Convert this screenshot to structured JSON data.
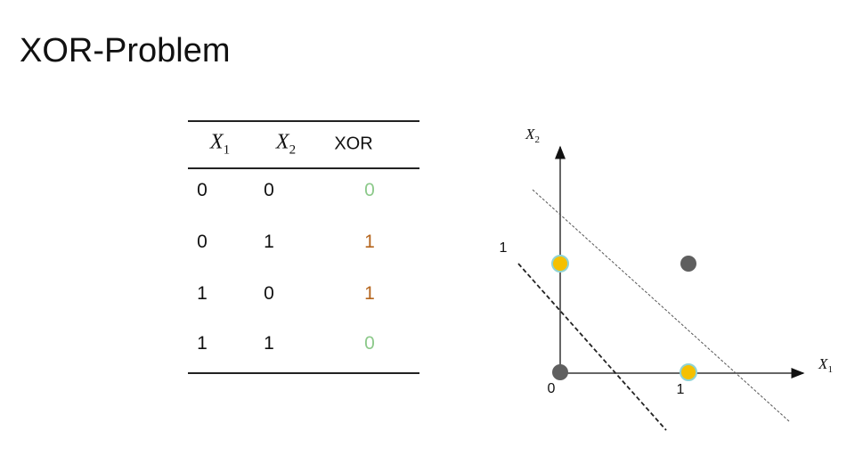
{
  "slide": {
    "title": "XOR-Problem"
  },
  "table": {
    "headers": [
      {
        "var": "X",
        "sub": "1"
      },
      {
        "var": "X",
        "sub": "2"
      },
      {
        "text": "XOR"
      }
    ],
    "rows": [
      [
        "0",
        "0",
        "0"
      ],
      [
        "0",
        "1",
        "1"
      ],
      [
        "1",
        "0",
        "1"
      ],
      [
        "1",
        "1",
        "0"
      ]
    ],
    "colors": {
      "0": "#8cc98a",
      "1": "#b5651d"
    }
  },
  "diagram": {
    "x_axis": {
      "var": "X",
      "sub": "1"
    },
    "y_axis": {
      "var": "X",
      "sub": "2"
    },
    "tick_labels": {
      "origin": "0",
      "x1": "1",
      "y1": "1"
    },
    "points": [
      {
        "x1": 0,
        "x2": 0,
        "class": "0",
        "color": "#5f5f5f"
      },
      {
        "x1": 0,
        "x2": 1,
        "class": "1",
        "color": "#f5c000"
      },
      {
        "x1": 1,
        "x2": 0,
        "class": "1",
        "color": "#f5c000"
      },
      {
        "x1": 1,
        "x2": 1,
        "class": "0",
        "color": "#5f5f5f"
      }
    ],
    "point_outline_class1": "#8fd3d3"
  }
}
